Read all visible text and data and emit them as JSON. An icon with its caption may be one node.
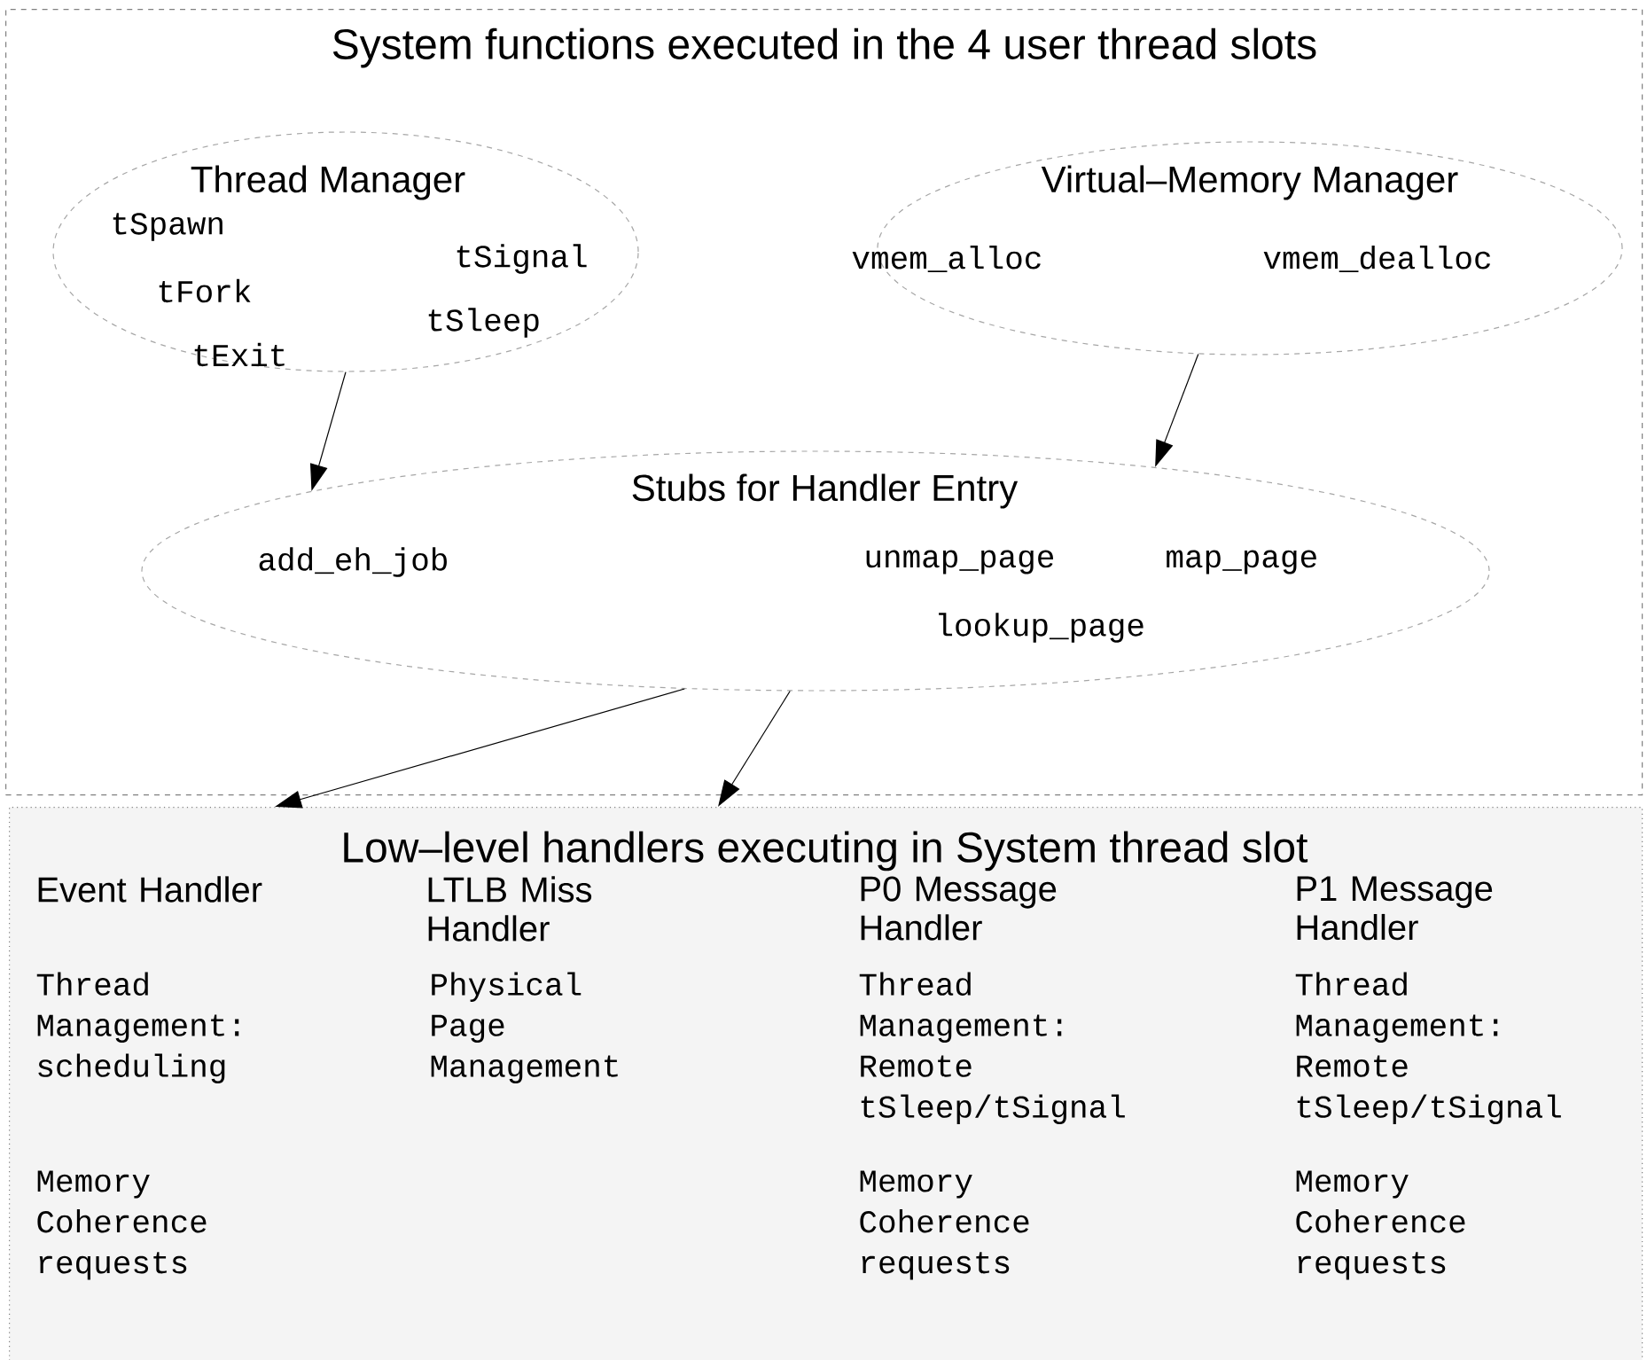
{
  "diagram": {
    "nodes": [
      {
        "text": [
          "System functions executed in the 4 user thread slots"
        ]
      },
      {
        "text": [
          "Thread Manager",
          "tSpawn",
          "tFork",
          "tExit",
          "tSignal",
          "tSleep"
        ],
        "in": 0
      },
      {
        "text": [
          "Virtual–Memory Manager",
          "vmem_alloc",
          "vmem_dealloc"
        ],
        "in": 0
      },
      {
        "text": [
          "Stubs for Handler Entry",
          "add_eh_job",
          "unmap_page",
          "map_page",
          "lookup_page"
        ],
        "in": 0
      },
      {
        "text": [
          "Low–level handlers executing in System thread slot"
        ]
      },
      {
        "text": [
          "Event Handler",
          "Thread Management: scheduling",
          "Memory Coherence requests"
        ],
        "in": 4
      },
      {
        "text": [
          "LTLB Miss Handler",
          "Physical Page Management"
        ],
        "in": 4
      },
      {
        "text": [
          "P0 Message Handler",
          "Thread Management: Remote tSleep/tSignal",
          "Memory Coherence requests"
        ],
        "in": 4
      },
      {
        "text": [
          "P1 Message Handler",
          "Thread Management: Remote tSleep/tSignal",
          "Memory Coherence requests"
        ],
        "in": 4
      }
    ],
    "edges": [
      {
        "from": 1,
        "to": 3,
        "arrow": "to"
      },
      {
        "from": 2,
        "to": 3,
        "arrow": "to"
      },
      {
        "from": 3,
        "to": 4,
        "arrow": "to"
      },
      {
        "from": 3,
        "to": 4,
        "arrow": "to"
      }
    ]
  }
}
